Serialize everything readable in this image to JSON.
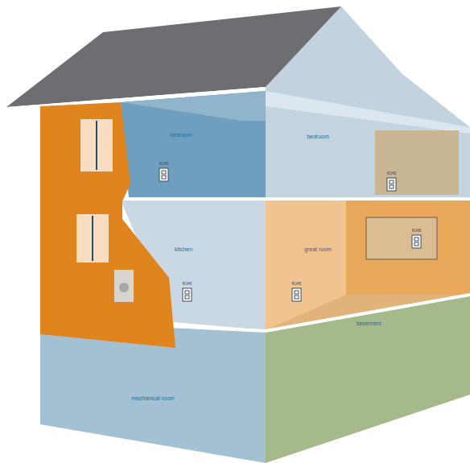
{
  "diagram": {
    "nodes": [
      {
        "text": [
          "bedroom"
        ]
      },
      {
        "text": [
          "bedroom"
        ]
      },
      {
        "text": [
          "kitchen"
        ]
      },
      {
        "text": [
          "great room"
        ]
      },
      {
        "text": [
          "mechanical room"
        ]
      },
      {
        "text": [
          "basement"
        ]
      }
    ],
    "labels": [
      "RJ45",
      "RJ45",
      "RJ45",
      "RJ45",
      "RJ45"
    ]
  }
}
